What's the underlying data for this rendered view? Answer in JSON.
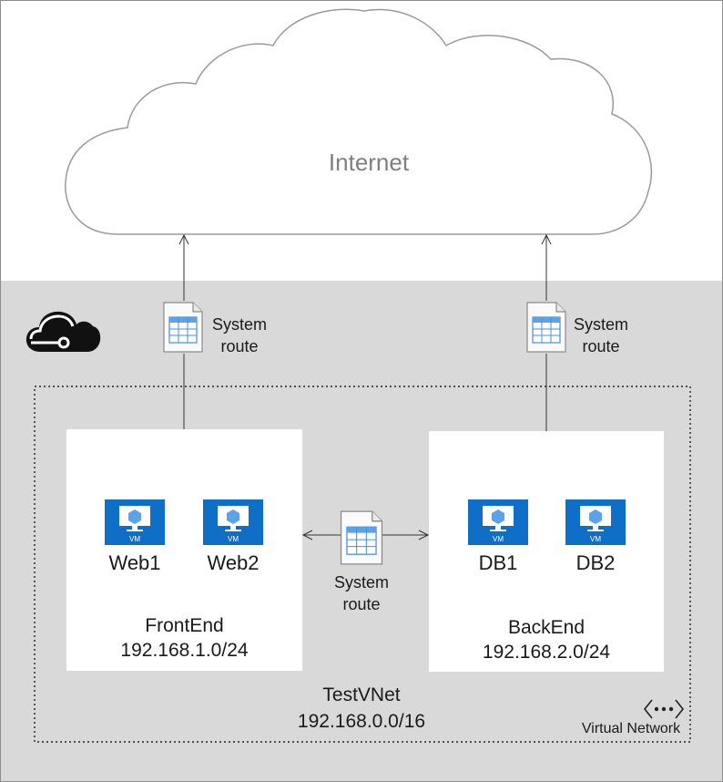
{
  "internet": {
    "label": "Internet"
  },
  "routes": {
    "left": {
      "line1": "System",
      "line2": "route"
    },
    "right": {
      "line1": "System",
      "line2": "route"
    },
    "middle": {
      "line1": "System",
      "line2": "route"
    }
  },
  "subnets": {
    "frontend": {
      "name": "FrontEnd",
      "cidr": "192.168.1.0/24",
      "vms": [
        {
          "name": "Web1",
          "badge": "VM"
        },
        {
          "name": "Web2",
          "badge": "VM"
        }
      ]
    },
    "backend": {
      "name": "BackEnd",
      "cidr": "192.168.2.0/24",
      "vms": [
        {
          "name": "DB1",
          "badge": "VM"
        },
        {
          "name": "DB2",
          "badge": "VM"
        }
      ]
    }
  },
  "vnet": {
    "name": "TestVNet",
    "cidr": "192.168.0.0/16",
    "caption": "Virtual Network"
  },
  "colors": {
    "azure_blue": "#0f6fc6",
    "region_gray": "#d9d9d9",
    "cloud_stroke": "#9a9a9a",
    "internet_text": "#7f7f7f"
  },
  "icons": {
    "azure": "azure-cloud-icon",
    "route_table": "route-table-icon",
    "vm": "vm-icon",
    "vnet": "virtual-network-icon"
  }
}
